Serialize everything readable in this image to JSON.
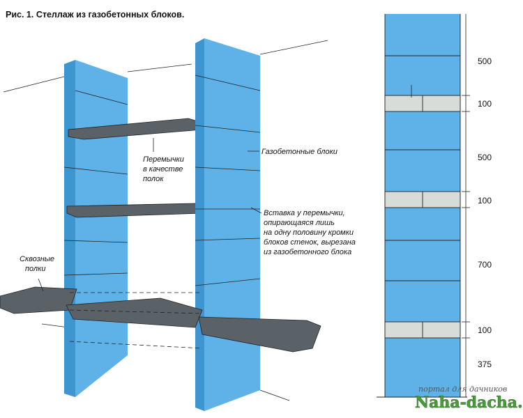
{
  "title": "Рис. 1. Стеллаж из газобетонных блоков.",
  "labels": {
    "lintels": [
      "Перемычки",
      "в качестве",
      "полок"
    ],
    "blocks": "Газобетонные блоки",
    "insert": [
      "Вставка у перемычки,",
      "опирающаяся лишь",
      "на одну половину кромки",
      "блоков стенок, вырезана",
      "из газобетонного блока"
    ],
    "through_shelves": [
      "Сквозные",
      "полки"
    ]
  },
  "dimensions": [
    "500",
    "100",
    "500",
    "100",
    "700",
    "100",
    "375"
  ],
  "watermark": {
    "tagline": "портал для дачников",
    "site": "Naha-dacha.ru"
  },
  "colors": {
    "block": "#5eb2e8",
    "shelf": "#5a6268",
    "lintel": "#d8dcd8"
  }
}
